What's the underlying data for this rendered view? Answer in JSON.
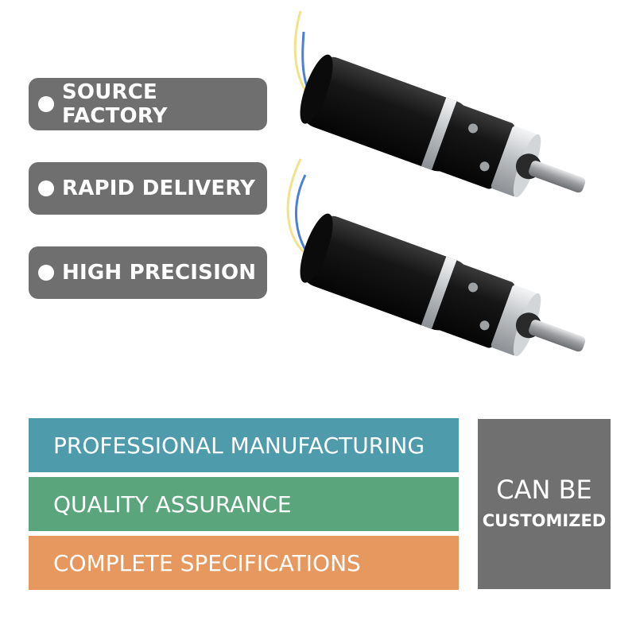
{
  "features": [
    {
      "label": "SOURCE FACTORY"
    },
    {
      "label": "RAPID DELIVERY"
    },
    {
      "label": "HIGH PRECISION"
    }
  ],
  "bars": [
    {
      "label": "PROFESSIONAL MANUFACTURING",
      "color": "#4e9bab"
    },
    {
      "label": "QUALITY ASSURANCE",
      "color": "#5ba57c"
    },
    {
      "label": "COMPLETE SPECIFICATIONS",
      "color": "#e6985e"
    }
  ],
  "custom_box": {
    "line1": "CAN BE",
    "line2": "CUSTOMIZED",
    "color": "#707070"
  },
  "colors": {
    "pill": "#6f6f6f",
    "motor_body": "#111111",
    "motor_metal": "#c9ccce",
    "wire_yellow": "#f2e38a",
    "wire_blue": "#4d7fd6"
  }
}
